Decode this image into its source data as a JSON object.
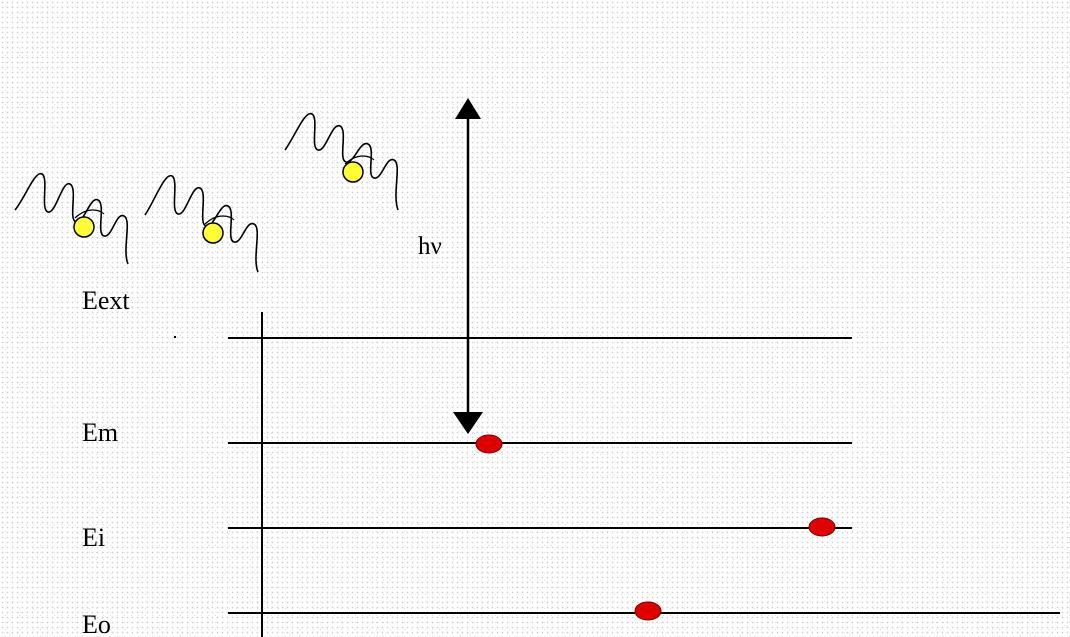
{
  "photon_label": "hν",
  "levels": [
    {
      "id": "ext",
      "label": "Eext"
    },
    {
      "id": "m",
      "label": "Em"
    },
    {
      "id": "i",
      "label": "Ei"
    },
    {
      "id": "o",
      "label": "Eo"
    }
  ],
  "colors": {
    "line": "#000000",
    "electron_fill": "#e00000",
    "photon_fill": "#ffff33",
    "background": "#ffffff"
  },
  "icons": {
    "photon": "wavy-photon-icon",
    "electron": "electron-dot-icon",
    "arrow": "double-headed-arrow"
  }
}
